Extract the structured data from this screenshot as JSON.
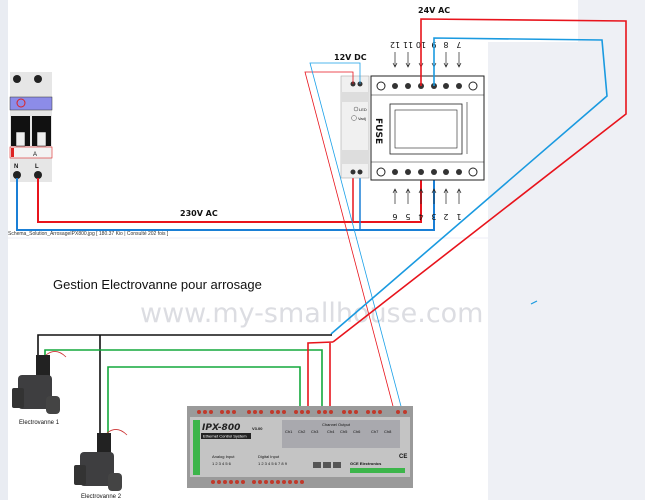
{
  "labels": {
    "v24": "24V AC",
    "v12": "12V DC",
    "v230": "230V AC",
    "caption": "Schema_Solution_ArrosageIPX800.jpg [ 180.37 Kio | Consulté 202 fois ]",
    "title": "Gestion Electrovanne pour arrosage",
    "valve1": "Electrovanne 1",
    "valve2": "Electrovanne 2",
    "watermark": "www.my-smallhouse.com"
  },
  "breaker": {
    "neutral": "N",
    "live": "L",
    "rating": "A"
  },
  "psu": {
    "led": "LED",
    "adj": "Vadj"
  },
  "fuse_module": {
    "name": "FUSE",
    "top_terminals": [
      "12",
      "11",
      "10",
      "9",
      "8",
      "7"
    ],
    "bottom_terminals": [
      "6",
      "5",
      "4",
      "3",
      "2",
      "1"
    ]
  },
  "ipx": {
    "model": "IPX-800",
    "version": "V3.00",
    "subtitle": "Ethernet Control System",
    "channel_output": "Channel Output",
    "channels": [
      "Ch1",
      "Ch2",
      "Ch3",
      "Ch4",
      "Ch5",
      "Ch6",
      "Ch7",
      "Ch8"
    ],
    "analog_input": "Analog Input",
    "analog_numbers": "1 2 3 4 5 6",
    "digital_input": "Digital Input",
    "digital_numbers": "1 2 3 4 5 6 7 8 9",
    "maker": "GCE Electronics",
    "ce": "CE"
  },
  "colors": {
    "live": "#e8141c",
    "neutral": "#1a7fd6",
    "common": "#111111",
    "signal": "#14a83c"
  }
}
